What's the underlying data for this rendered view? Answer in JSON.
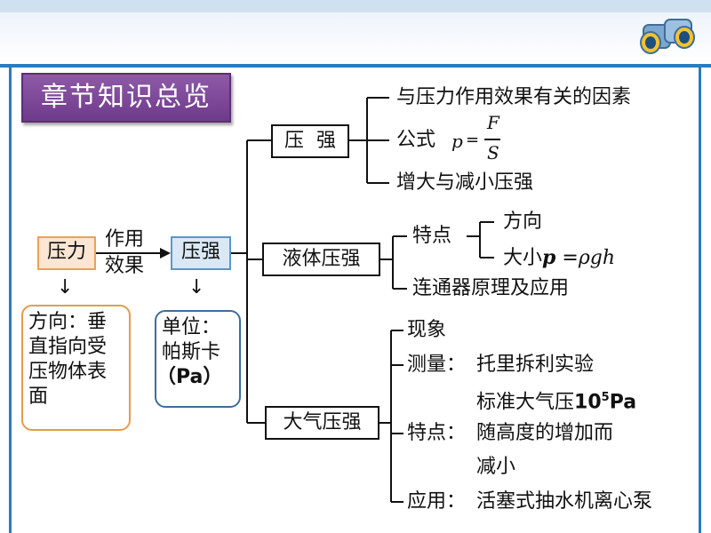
{
  "title": "章节知识总览",
  "left": {
    "pressure_force": "压力",
    "action_effect_line1": "作用",
    "action_effect_line2": "效果",
    "pressure": "压强",
    "direction_box": [
      "方向：垂",
      "直指向受",
      "压物体表",
      "面"
    ],
    "unit_box": [
      "单位：",
      "帕斯卡",
      "（Pa）"
    ]
  },
  "solid": {
    "label": "压  强",
    "items": [
      "与压力作用效果有关的因素",
      "公式",
      "增大与减小压强"
    ],
    "formula": {
      "lhs": "p",
      "eq": "=",
      "num": "F",
      "den": "S"
    }
  },
  "liquid": {
    "label": "液体压强",
    "features": "特点",
    "direction": "方向",
    "size_prefix": "大小",
    "size_formula": {
      "p": "p",
      "eq": " =",
      "rhs": "ρgh"
    },
    "connector": "连通器原理及应用"
  },
  "air": {
    "label": "大气压强",
    "phenomenon": "现象",
    "measure_label": "测量：",
    "measure_line1": "托里拆利实验",
    "measure_line2_text": "标准大气压",
    "measure_line2_val": "10",
    "measure_line2_exp": "5",
    "measure_line2_unit": "Pa",
    "feature_label": "特点：",
    "feature_line1": "随高度的增加而",
    "feature_line2": "减小",
    "apply_label": "应用：",
    "apply_text": "活塞式抽水机离心泵"
  },
  "arrows": {
    "down": "↓"
  },
  "colors": {
    "title_bg": "#7a4596",
    "accent_blue": "#2b7bbd",
    "orange": "#e79b4c"
  }
}
